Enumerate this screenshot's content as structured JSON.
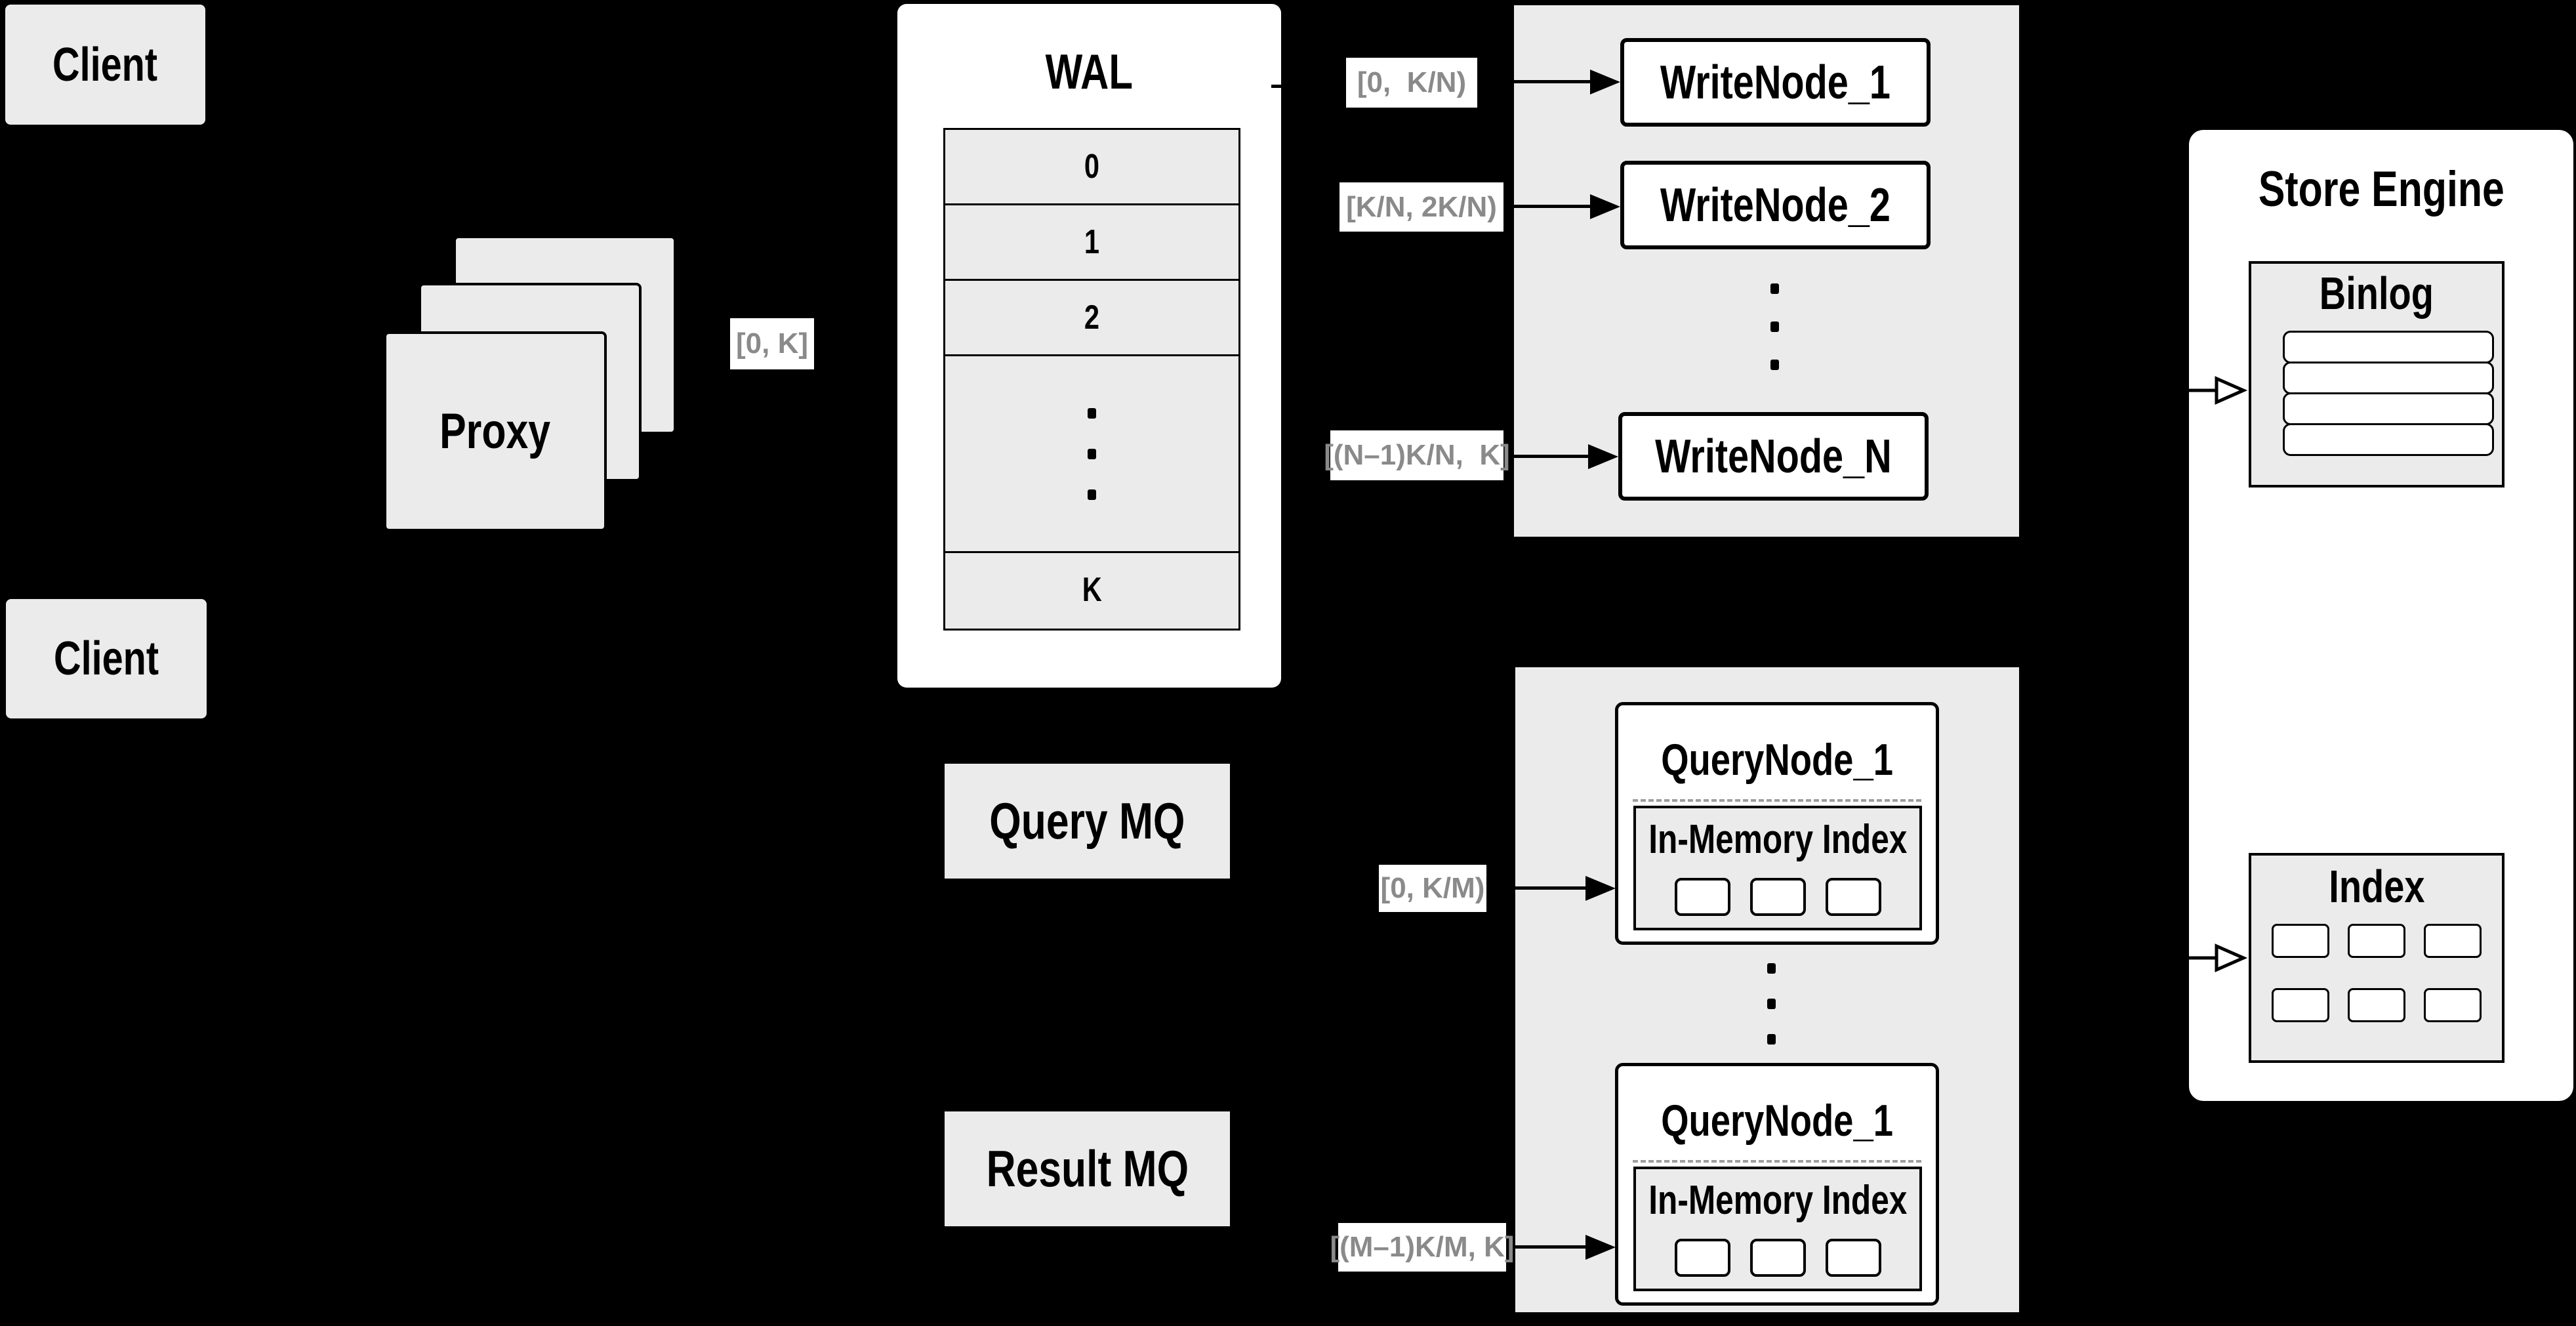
{
  "diagram": {
    "clients": {
      "top": "Client",
      "bottom": "Client"
    },
    "proxy": "Proxy",
    "wal": {
      "title": "WAL",
      "rows": [
        "0",
        "1",
        "2",
        "K"
      ]
    },
    "write_node_group": {
      "node_1": "WriteNode_1",
      "node_2": "WriteNode_2",
      "node_n": "WriteNode_N"
    },
    "mq": {
      "query": "Query MQ",
      "result": "Result MQ"
    },
    "query_node_group": {
      "node_1": {
        "title": "QueryNode_1",
        "inmem_title": "In-Memory Index"
      },
      "node_2": {
        "title": "QueryNode_1",
        "inmem_title": "In-Memory Index"
      }
    },
    "store_engine": {
      "title": "Store Engine",
      "binlog_title": "Binlog",
      "index_title": "Index"
    },
    "edge_labels": {
      "proxy_to_wal": "[0, K]",
      "wal_to_write_node_1": "[0,  K/N)",
      "wal_to_write_node_2": "[K/N, 2K/N)",
      "wal_to_write_node_n": "[(N–1)K/N,  K]",
      "query_mq_to_query_node_1": "[0, K/M)",
      "result_mq_to_query_node_2": "[(M–1)K/M, K]"
    },
    "colors": {
      "background": "#000000",
      "panel_gray": "#ebebeb",
      "box_white": "#ffffff",
      "border_black": "#000000",
      "label_text_gray": "#8a8a8a",
      "dashed_separator_gray": "#9e9e9e"
    }
  }
}
